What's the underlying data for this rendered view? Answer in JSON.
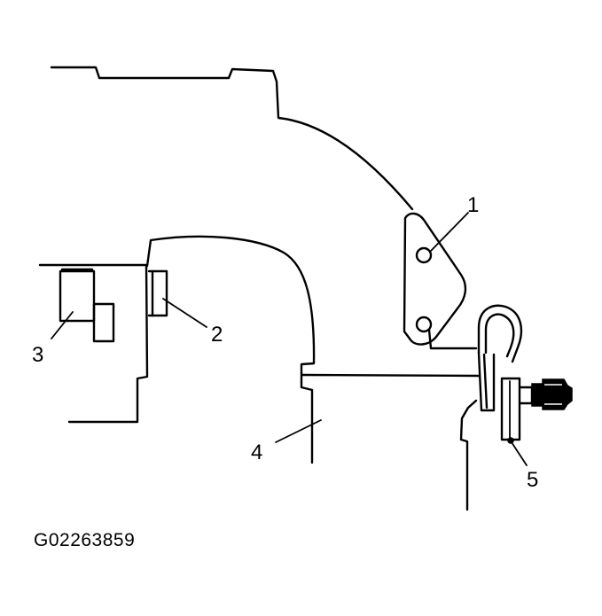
{
  "callouts": {
    "c1": "1",
    "c2": "2",
    "c3": "3",
    "c4": "4",
    "c5": "5"
  },
  "figure_id": "G02263859"
}
